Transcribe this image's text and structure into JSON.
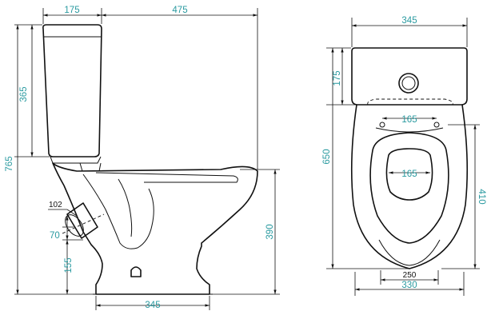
{
  "colors": {
    "outline": "#111111",
    "dimension_text": "#2a9aa0",
    "background": "#ffffff"
  },
  "side_view": {
    "top_width_left": "175",
    "top_width_right": "475",
    "tank_height": "365",
    "total_height": "765",
    "outlet_size": "102",
    "outlet_height": "70",
    "outlet_from_floor": "155",
    "base_width": "345",
    "seat_height": "390"
  },
  "top_view": {
    "tank_width": "345",
    "tank_depth": "175",
    "total_depth": "650",
    "hinge_spacing": "165",
    "inner_width": "165",
    "bowl_depth": "410",
    "base_inner_width": "250",
    "base_outer_width": "330"
  }
}
